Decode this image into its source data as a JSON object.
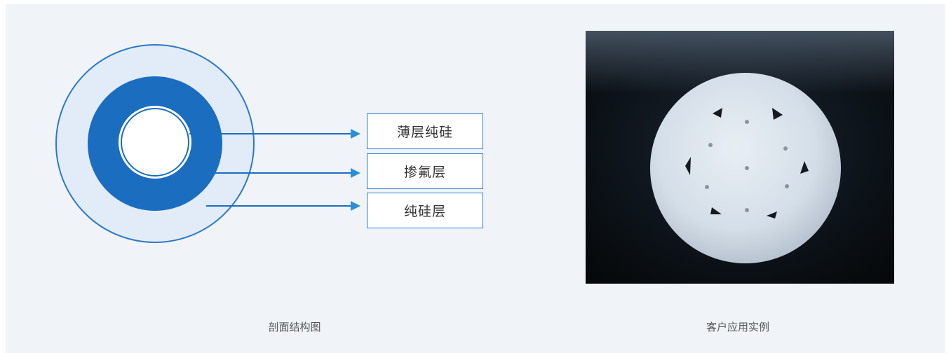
{
  "diagram": {
    "layers": [
      {
        "label": "薄层纯硅"
      },
      {
        "label": "掺氟层"
      },
      {
        "label": "纯硅层"
      }
    ],
    "caption": "剖面结构图"
  },
  "photo": {
    "caption": "客户应用实例"
  },
  "colors": {
    "background": "#f0f4f8",
    "outer_ring": "#e2ecf8",
    "outer_stroke": "#2c78c8",
    "middle_ring": "#1b6dbf",
    "core": "#ffffff",
    "arrow": "#2a8fd6"
  }
}
